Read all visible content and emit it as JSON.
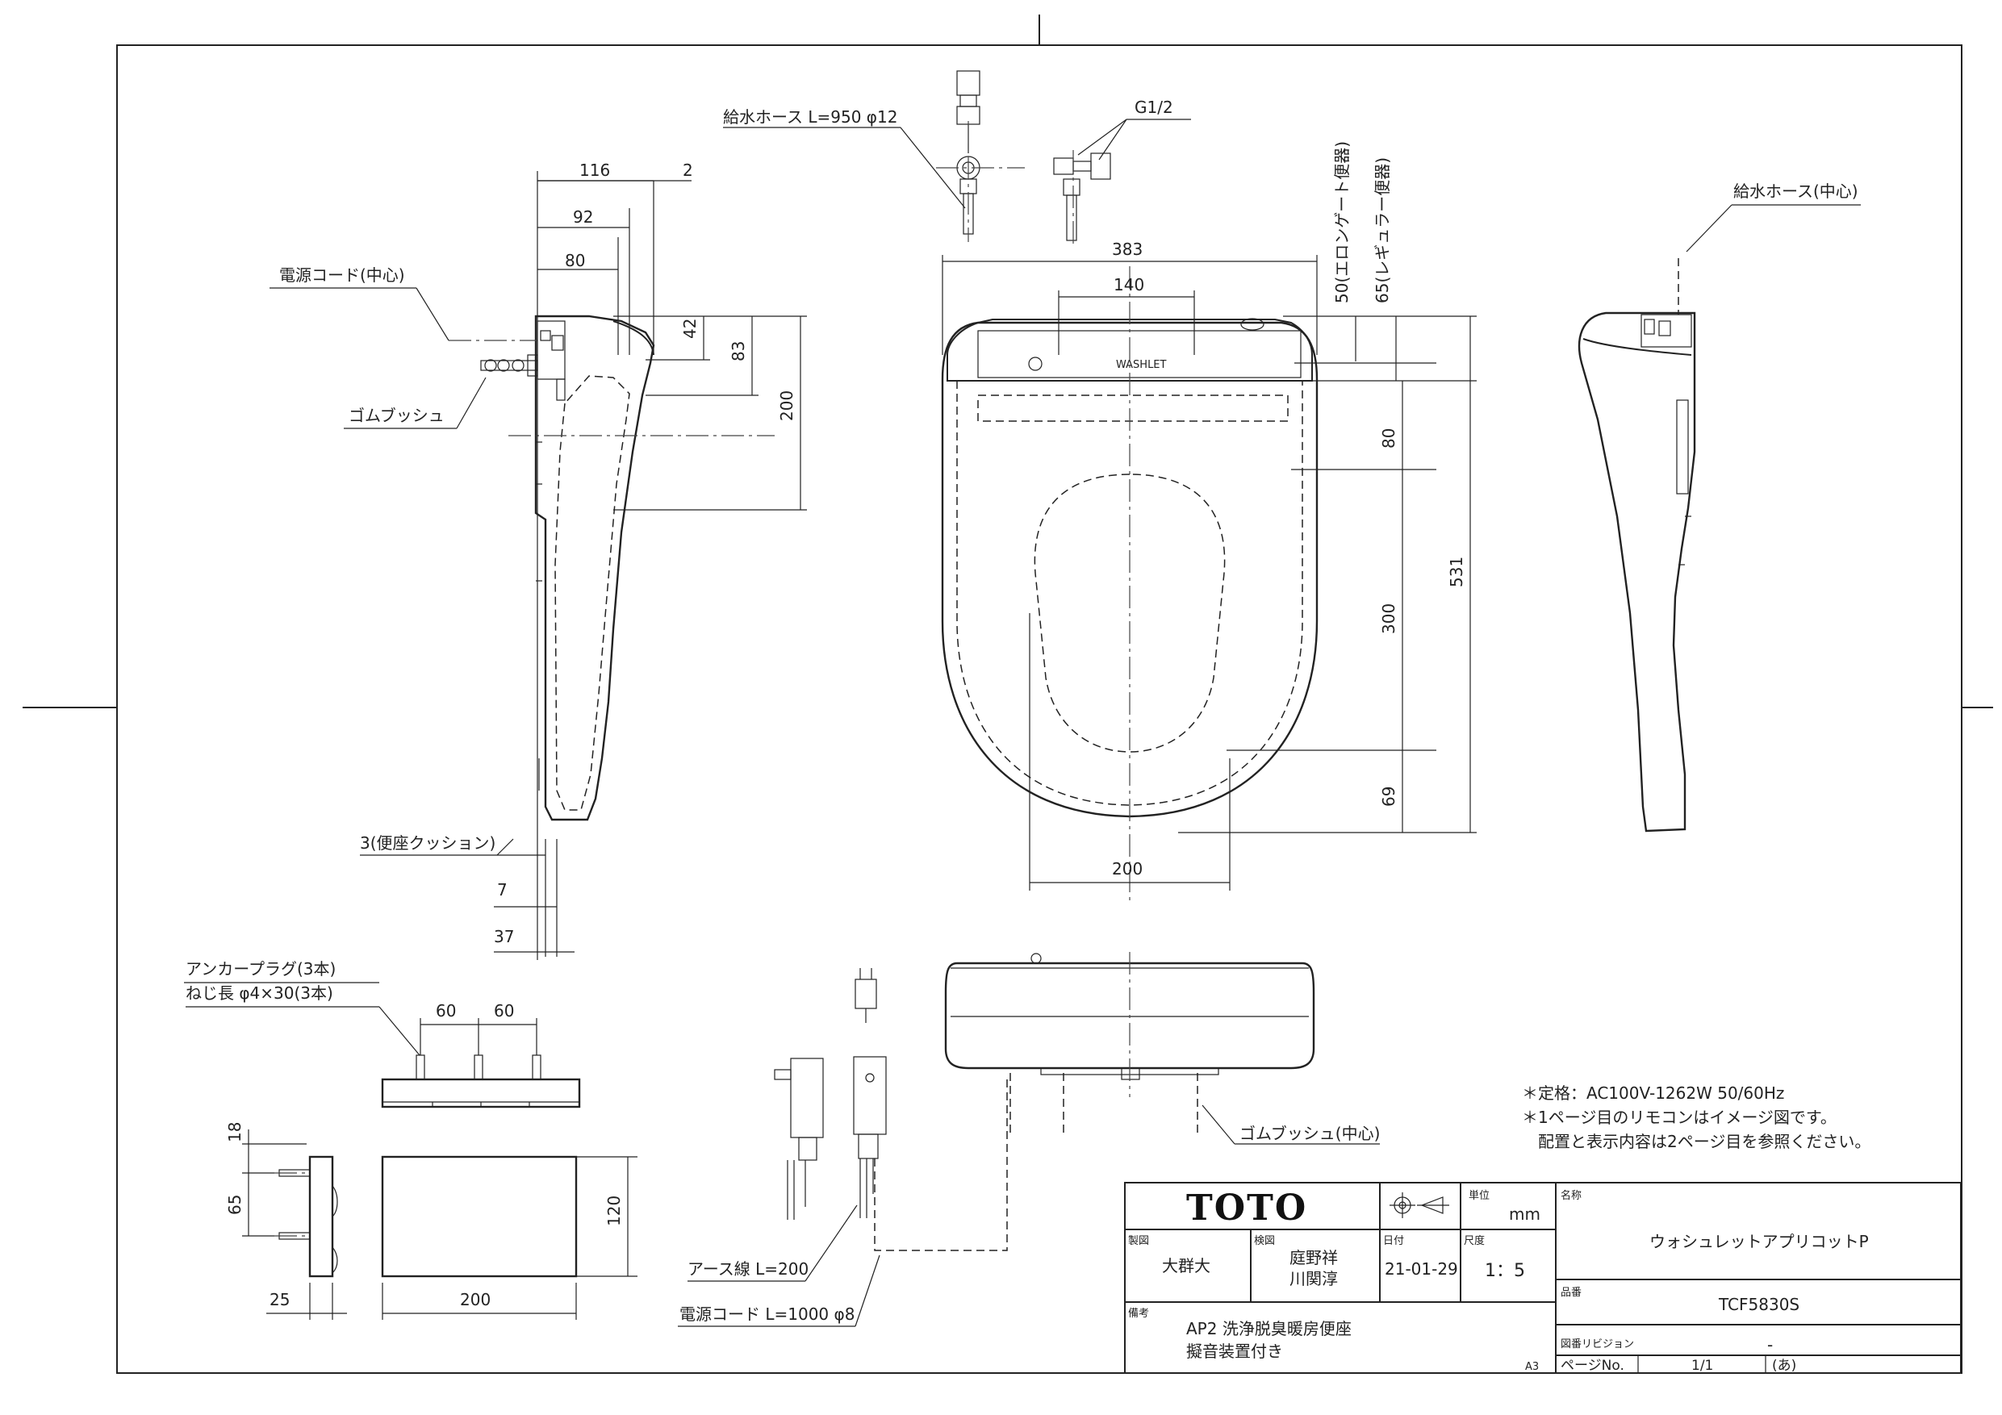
{
  "sheet": {
    "paper_size": "A3"
  },
  "labels": {
    "supply_hose": "給水ホース L=950 φ12",
    "g_half": "G1/2",
    "supply_hose_center": "給水ホース(中心)",
    "power_cord_center": "電源コード(中心)",
    "rubber_bush": "ゴムブッシュ",
    "rubber_bush_center": "ゴムブッシュ(中心)",
    "elongated": "50(エロンゲート便器)",
    "regular": "65(レギュラー便器)",
    "seat_cushion": "3(便座クッション)",
    "anchor_plug": "アンカープラグ(3本)",
    "screw_length": "ねじ長 φ4×30(3本)",
    "earth_wire": "アース線 L=200",
    "power_cord": "電源コード L=1000 φ8"
  },
  "dimensions": {
    "d116": "116",
    "d2": "2",
    "d92": "92",
    "d80a": "80",
    "d42": "42",
    "d83": "83",
    "d200v": "200",
    "d383": "383",
    "d140": "140",
    "d80b": "80",
    "d300": "300",
    "d531": "531",
    "d69": "69",
    "d200h": "200",
    "d7": "7",
    "d37": "37",
    "d60a": "60",
    "d60b": "60",
    "d18": "18",
    "d65": "65",
    "d120": "120",
    "d25": "25",
    "d200c": "200"
  },
  "notes": [
    "＊定格：AC100V-1262W 50/60Hz",
    "＊1ページ目のリモコンはイメージ図です。",
    "配置と表示内容は2ページ目を参照ください。"
  ],
  "title_block": {
    "brand": "TOTO",
    "unit_label": "単位",
    "unit_value": "mm",
    "drafter_label": "製図",
    "drafter_value": "大群大",
    "checker_label": "検図",
    "checker_line1": "庭野祥",
    "checker_line2": "川関淳",
    "date_label": "日付",
    "date_value": "21-01-29",
    "scale_label": "尺度",
    "scale_value": "1：5",
    "remarks_label": "備考",
    "remarks_line1": "AP2 洗浄脱臭暖房便座",
    "remarks_line2": "擬音装置付き",
    "name_label": "名称",
    "name_value": "ウォシュレットアプリコットP",
    "part_label": "品番",
    "part_value": "TCF5830S",
    "revision_label": "図番リビジョン",
    "revision_value": "-",
    "page_label": "ページNo.",
    "page_value": "1/1",
    "page_mark": "(あ)"
  },
  "colors": {
    "line": "#222222",
    "paper": "#ffffff"
  }
}
